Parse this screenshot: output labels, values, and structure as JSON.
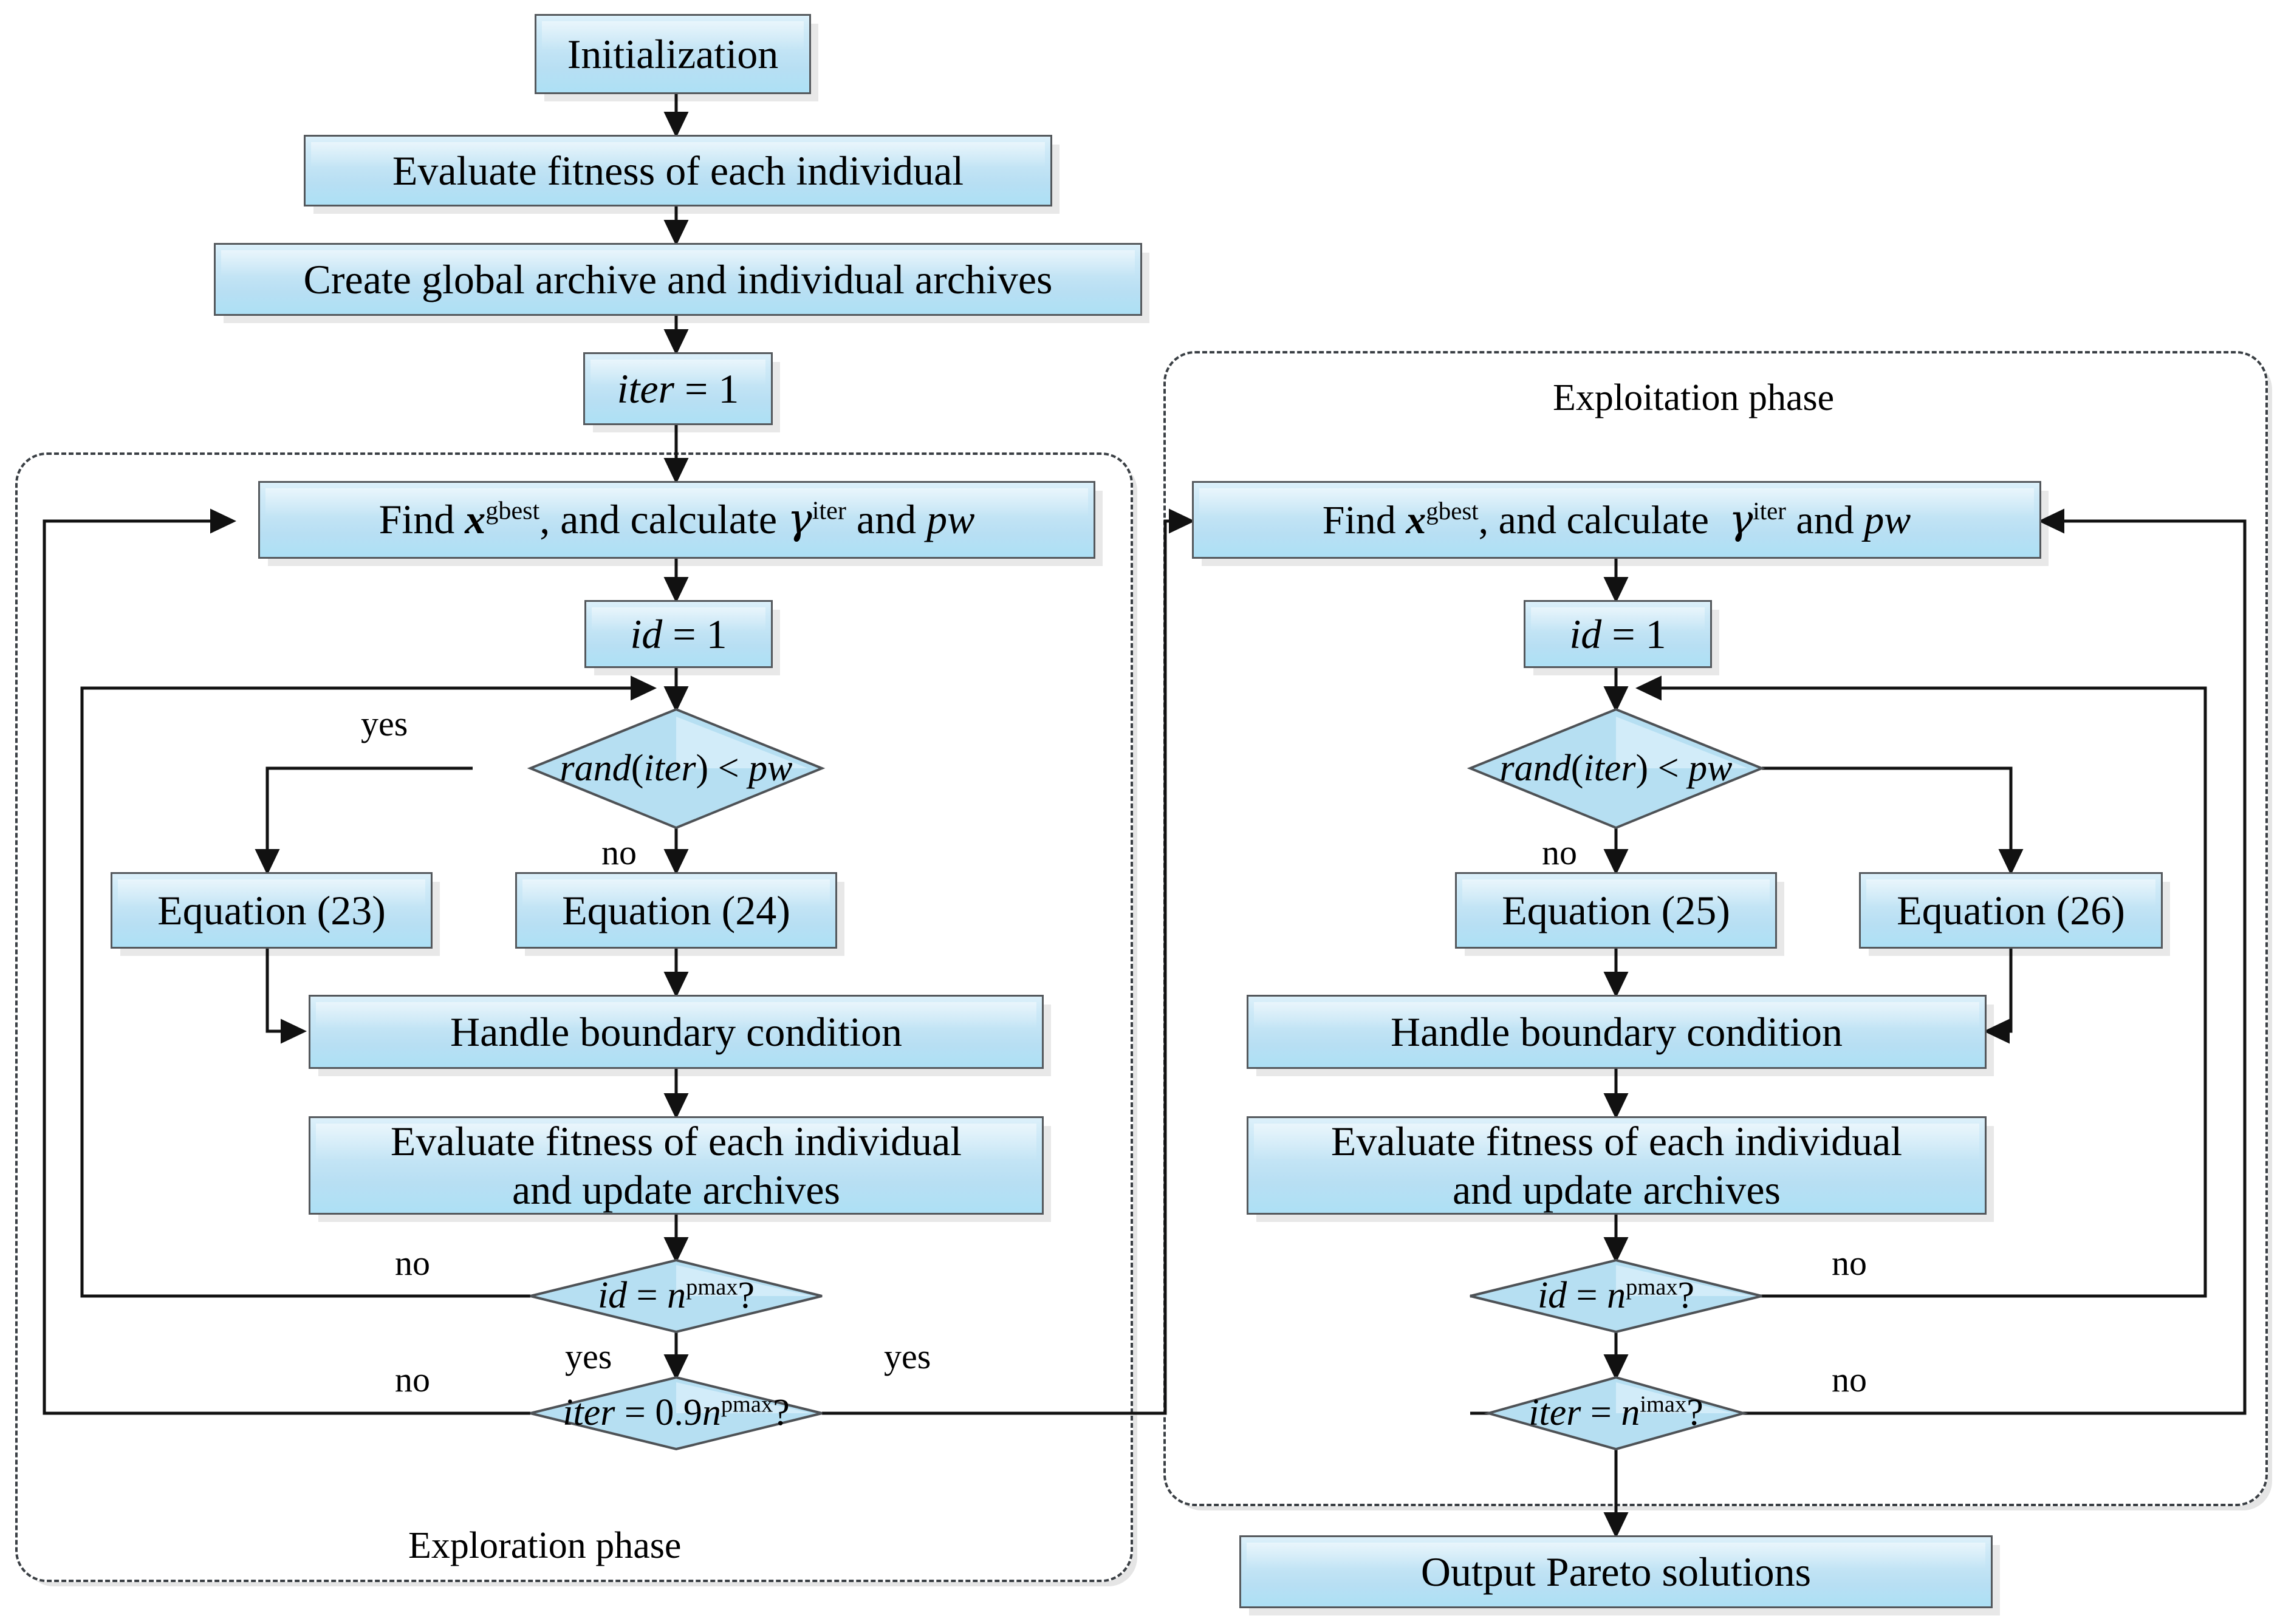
{
  "diagram": {
    "title": "Multi-objective optimization algorithm flowchart",
    "colors": {
      "node_fill_top": "#dcf0fa",
      "node_fill_bottom": "#ade0f5",
      "node_border": "#54585c",
      "decision_fill_light": "#d6eef8",
      "decision_fill": "#b8dff3",
      "connector": "#1a1a1a",
      "phase_border": "#3a3f44",
      "shadow": "#e6e6e6"
    }
  },
  "phases": {
    "exploration": {
      "label": "Exploration phase"
    },
    "exploitation": {
      "label": "Exploitation phase"
    }
  },
  "nodes": {
    "initialization": {
      "label": "Initialization",
      "shape": "process"
    },
    "evaluate_fitness_top": {
      "label": "Evaluate fitness of each individual",
      "shape": "process"
    },
    "create_archives": {
      "label": "Create global archive and individual archives",
      "shape": "process"
    },
    "iter_init": {
      "label_html": "<i class='it'>iter</i> = 1",
      "label": "iter = 1",
      "shape": "process"
    },
    "find_gbest_left": {
      "label": "Find xgbest, and calculate γiter and pw",
      "label_html": "Find <b class='bi'>x</b><sup class='sp'>gbest</sup>, and calculate <span class='gam'>γ</span><sup class='sp'>iter</sup> and <i class='it'>pw</i>",
      "shape": "process"
    },
    "id_init_left": {
      "label_html": "<i class='it'>id</i> = 1",
      "label": "id = 1",
      "shape": "process"
    },
    "rand_check_left": {
      "label": "rand(iter) < pw",
      "label_html": "<i class='it'>rand</i>(<i class='it'>iter</i>) &lt; <i class='it'>pw</i>",
      "shape": "decision"
    },
    "equation_23": {
      "label": "Equation (23)",
      "shape": "process"
    },
    "equation_24": {
      "label": "Equation (24)",
      "shape": "process"
    },
    "handle_boundary_left": {
      "label": "Handle boundary condition",
      "shape": "process"
    },
    "evaluate_update_left": {
      "label": "Evaluate fitness of each individual and update archives",
      "line1": "Evaluate fitness of each individual",
      "line2": "and update archives",
      "shape": "process"
    },
    "id_check_left": {
      "label": "id = npmax?",
      "label_html": "<i class='it'>id</i> = <i class='it'>n</i><sup class='sp'>pmax</sup>?",
      "shape": "decision"
    },
    "iter_check_left": {
      "label": "iter = 0.9npmax?",
      "label_html": "<i class='it'>iter</i> = 0.9<i class='it'>n</i><sup class='sp'>pmax</sup>?",
      "shape": "decision"
    },
    "find_gbest_right": {
      "label": "Find xgbest, and calculate γiter and pw",
      "label_html": "Find <b class='bi'>x</b><sup class='sp'>gbest</sup>, and calculate&nbsp; <span class='gam'>γ</span><sup class='sp'>iter</sup> and <i class='it'>pw</i>",
      "shape": "process"
    },
    "id_init_right": {
      "label_html": "<i class='it'>id</i> = 1",
      "label": "id = 1",
      "shape": "process"
    },
    "rand_check_right": {
      "label": "rand(iter) < pw",
      "label_html": "<i class='it'>rand</i>(<i class='it'>iter</i>) &lt; <i class='it'>pw</i>",
      "shape": "decision"
    },
    "equation_25": {
      "label": "Equation (25)",
      "shape": "process"
    },
    "equation_26": {
      "label": "Equation (26)",
      "shape": "process"
    },
    "handle_boundary_right": {
      "label": "Handle boundary condition",
      "shape": "process"
    },
    "evaluate_update_right": {
      "label": "Evaluate fitness of each individual and update archives",
      "line1": "Evaluate fitness of each individual",
      "line2": "and update archives",
      "shape": "process"
    },
    "id_check_right": {
      "label": "id = npmax?",
      "label_html": "<i class='it'>id</i> = <i class='it'>n</i><sup class='sp'>pmax</sup>?",
      "shape": "decision"
    },
    "iter_check_right": {
      "label": "iter = nimax?",
      "label_html": "<i class='it'>iter</i> = <i class='it'>n</i><sup class='sp'>imax</sup>?",
      "shape": "decision"
    },
    "output_pareto": {
      "label": "Output Pareto solutions",
      "shape": "process"
    }
  },
  "edge_labels": {
    "left_rand_yes": "yes",
    "left_rand_no": "no",
    "left_id_no": "no",
    "left_id_yes": "yes",
    "left_iter_no": "no",
    "left_iter_yes": "yes",
    "right_rand_no": "no",
    "right_id_no": "no",
    "right_iter_no": "no"
  }
}
